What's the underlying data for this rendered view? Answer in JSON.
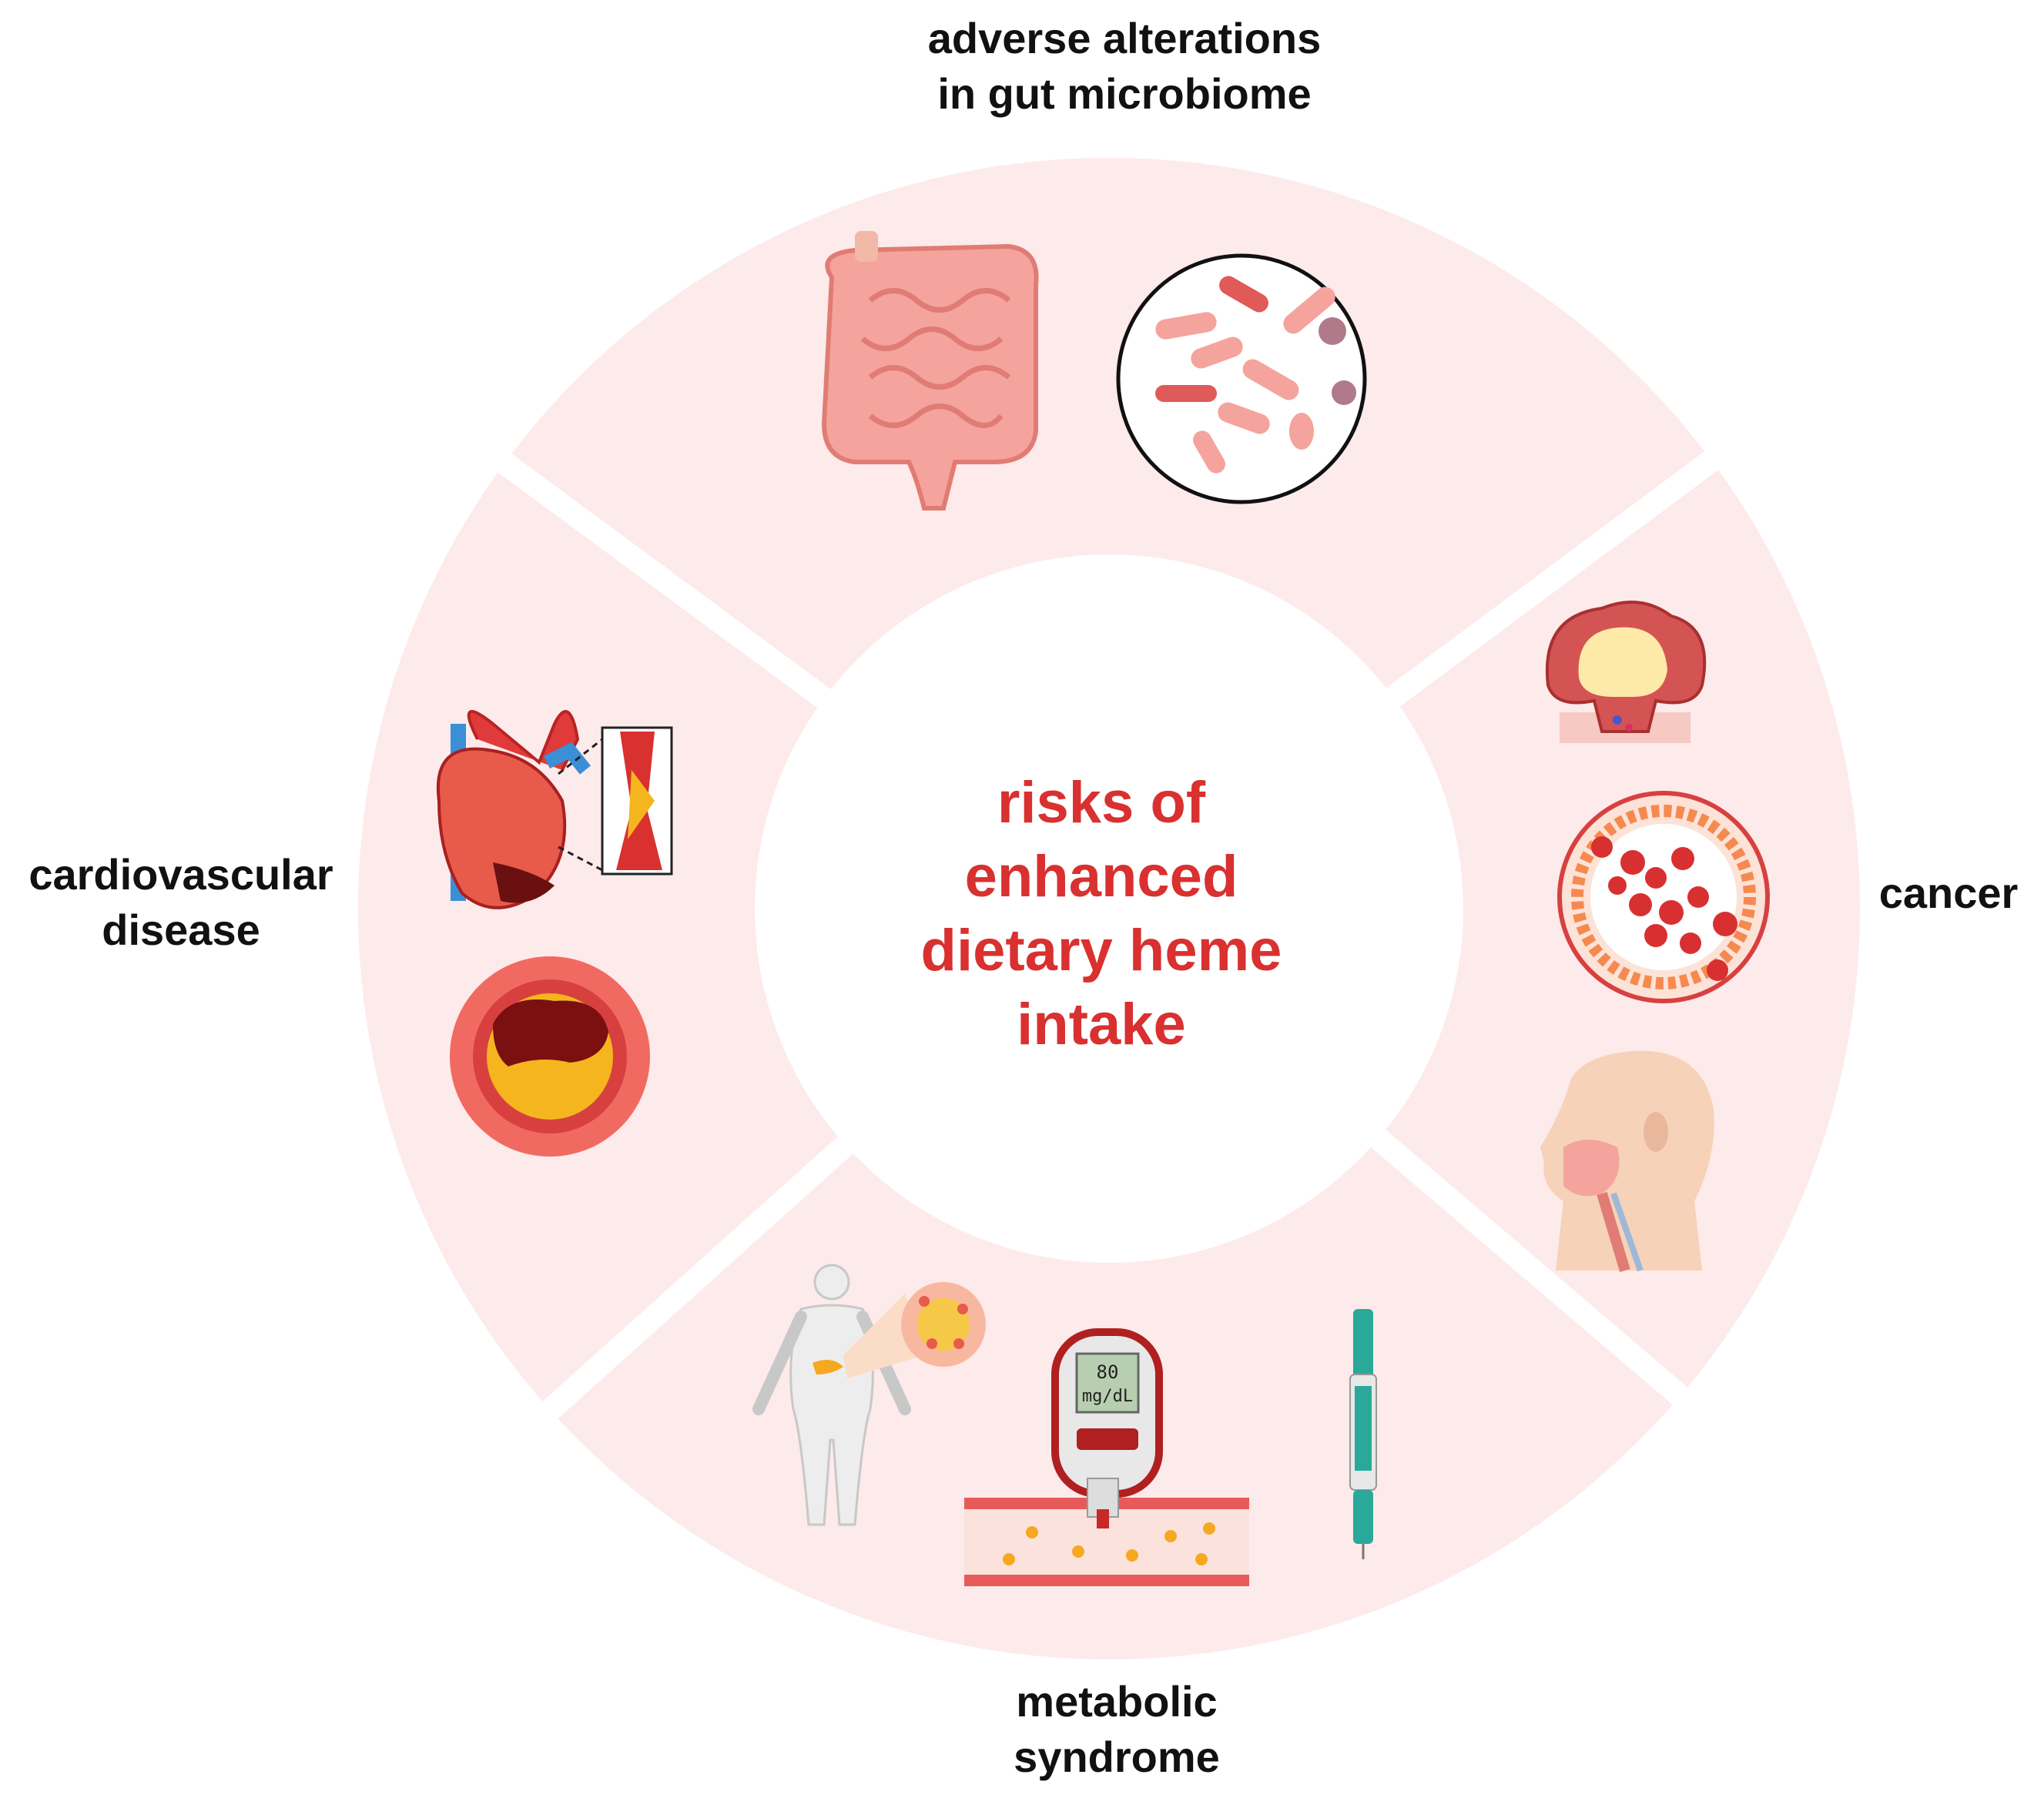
{
  "center": {
    "lines": [
      "risks of",
      "enhanced",
      "dietary heme",
      "intake"
    ]
  },
  "segments": {
    "gut": {
      "lines": [
        "adverse alterations",
        "in gut microbiome"
      ],
      "icons": [
        "intestine-icon",
        "bacteria-magnifier-icon"
      ]
    },
    "cancer": {
      "lines": [
        "cancer"
      ],
      "icons": [
        "colon-polyp-icon",
        "tumor-cross-section-icon",
        "head-throat-icon"
      ]
    },
    "metabolic": {
      "lines": [
        "metabolic",
        "syndrome"
      ],
      "icons": [
        "obese-body-pancreas-icon",
        "glucometer-icon",
        "insulin-pen-icon"
      ]
    },
    "cvd": {
      "lines": [
        "cardiovascular",
        "disease"
      ],
      "icons": [
        "heart-icon",
        "artery-plaque-icon"
      ]
    }
  },
  "glucometer": {
    "value": "80",
    "unit": "mg/dL"
  },
  "colors": {
    "ring": "#fdeaea",
    "title": "#d93030",
    "label": "#111111"
  }
}
